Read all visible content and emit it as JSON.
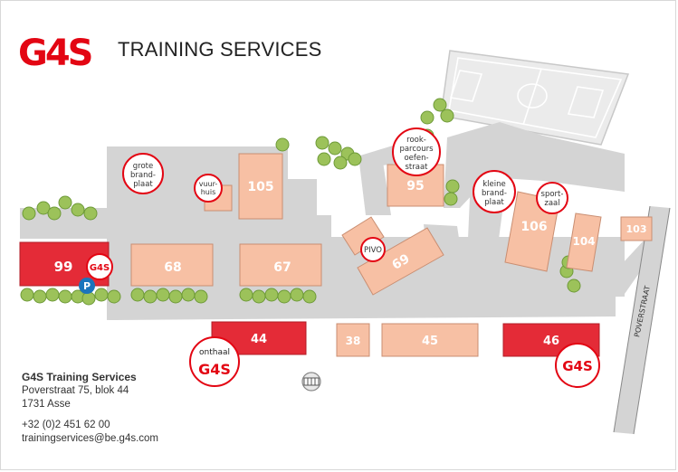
{
  "header": {
    "logo_text": "G4S",
    "title": "TRAINING SERVICES"
  },
  "buildings": {
    "b99": "99",
    "b68": "68",
    "b67": "67",
    "b105": "105",
    "b95": "95",
    "b106": "106",
    "b104": "104",
    "b103": "103",
    "b69": "69",
    "b44": "44",
    "b38": "38",
    "b45": "45",
    "b46": "46"
  },
  "labels": {
    "grote_brandplaat": [
      "grote",
      "brand-",
      "plaat"
    ],
    "vuurhuis": [
      "vuur-",
      "huis"
    ],
    "rookparcours": [
      "rook-",
      "parcours",
      "oefen-",
      "straat"
    ],
    "kleine_brandplaat": [
      "kleine",
      "brand-",
      "plaat"
    ],
    "sportzaal": [
      "sport-",
      "zaal"
    ],
    "pivo": "PIVO",
    "onthaal": "onthaal",
    "street": "POVERSTRAAT",
    "parking": "P"
  },
  "address": {
    "org": "G4S Training Services",
    "street": "Poverstraat 75, blok 44",
    "city": "1731 Asse",
    "phone": "+32 (0)2 451 62 00",
    "email": "trainingservices@be.g4s.com"
  },
  "colors": {
    "brand_red": "#e30613",
    "building_red": "#e42b37",
    "building_peach": "#f7c0a4",
    "road_gray": "#d4d4d4",
    "tree_green": "#9cc25a"
  }
}
